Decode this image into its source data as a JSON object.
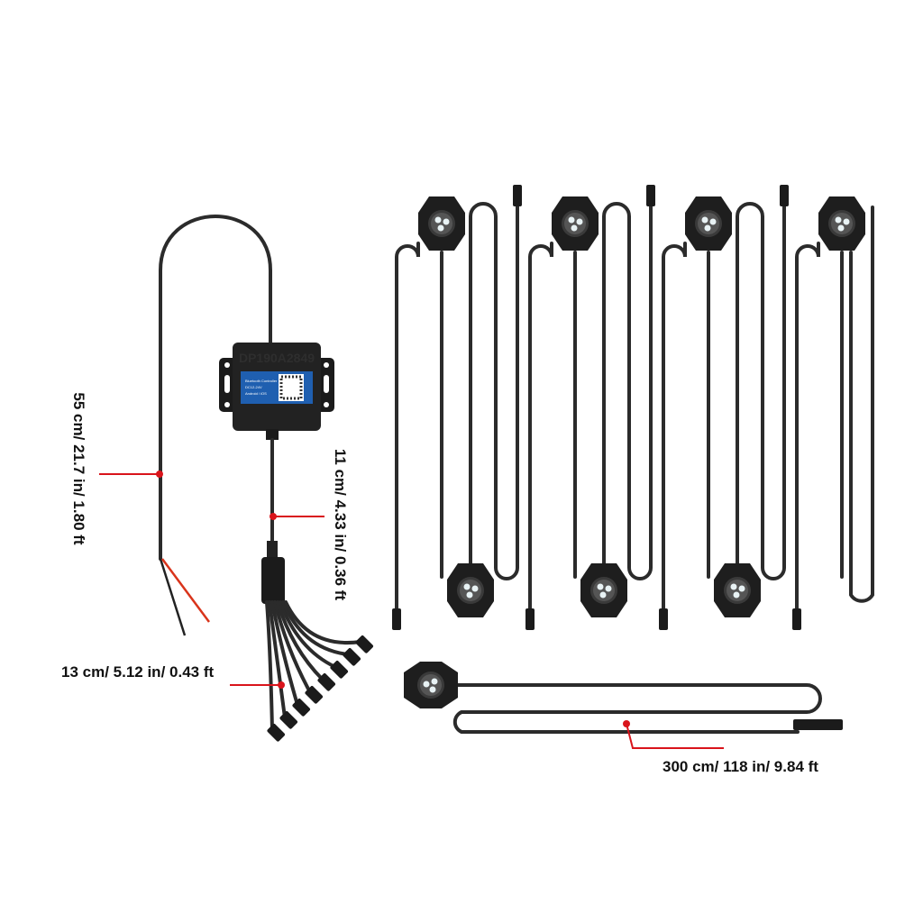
{
  "controller": {
    "model_text": "DP190A2849",
    "label_lines": [
      "Bluetooth Controller",
      "DC12-24V",
      "Android / iOS"
    ],
    "label_color": "#1f5fb0"
  },
  "dimensions": {
    "power_lead": "55 cm/ 21.7 in/ 1.80 ft",
    "controller_lead": "11 cm/ 4.33 in/ 0.36 ft",
    "splitter_leads": "13 cm/ 5.12 in/ 0.43 ft",
    "pod_cable": "300 cm/ 118 in/ 9.84 ft"
  },
  "colors": {
    "marker": "#d9141b",
    "cable": "#2b2b2b",
    "positive_wire": "#d9341b"
  },
  "pod_count": 8
}
